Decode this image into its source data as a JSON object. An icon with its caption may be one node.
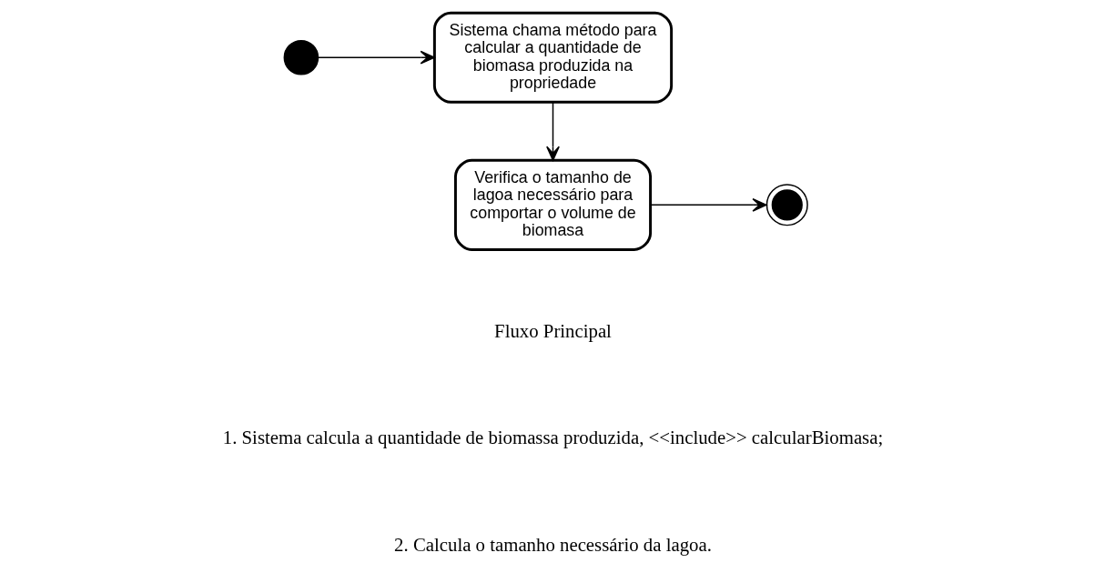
{
  "diagram": {
    "nodes": [
      {
        "text": [],
        "shape": "circle"
      },
      {
        "text": [
          "Sistema chama método para calcular a quantidade de biomasa produzida na propriedade"
        ]
      },
      {
        "text": [
          "Verifica o tamanho de lagoa necessário para comportar o volume de biomasa"
        ]
      },
      {
        "text": [],
        "shape": "circle"
      }
    ],
    "edges": [
      {
        "from": 0,
        "to": 1,
        "arrow": "to"
      },
      {
        "from": 1,
        "to": 2,
        "arrow": "to"
      },
      {
        "from": 2,
        "to": 3,
        "arrow": "to"
      }
    ],
    "labels": [
      "Fluxo Principal",
      "1. Sistema calcula a quantidade de biomassa produzida, <<include>> calcularBiomasa;",
      "2. Calcula o tamanho necessário da lagoa."
    ]
  }
}
